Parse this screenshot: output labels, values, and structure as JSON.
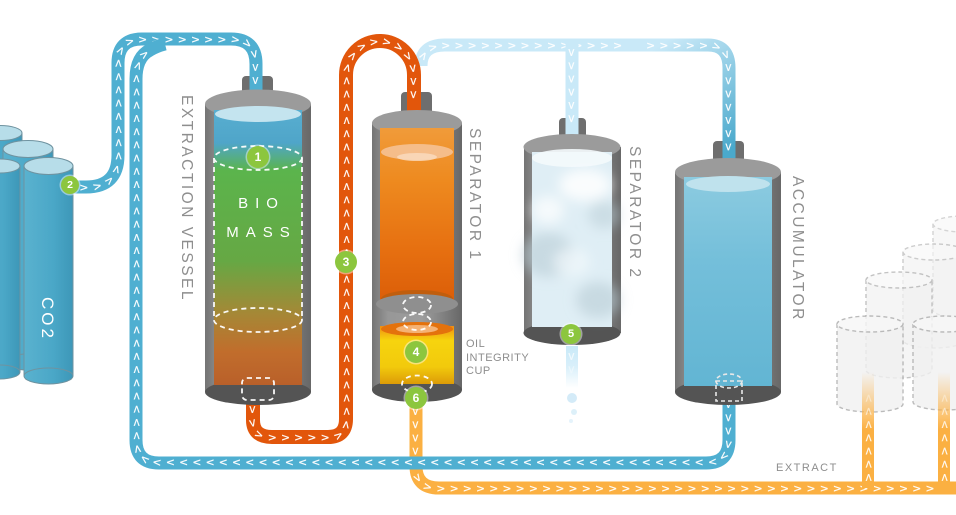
{
  "diagram": {
    "co2_tanks": {
      "label": "CO2"
    },
    "extraction_vessel": {
      "label": "EXTRACTION VESSEL",
      "content_line1": "BIO",
      "content_line2": "MASS"
    },
    "separator_1": {
      "label": "SEPARATOR 1",
      "cup_label": "OIL INTEGRITY CUP"
    },
    "separator_2": {
      "label": "SEPARATOR 2"
    },
    "accumulator": {
      "label": "ACCUMULATOR"
    },
    "extract": {
      "label": "EXTRACT"
    },
    "markers": [
      "1",
      "2",
      "3",
      "4",
      "5",
      "6"
    ],
    "colors": {
      "co2_pipe": "#4fafd1",
      "vapor_pipe": "#c9e9f8",
      "extraction_pipe": "#e2560b",
      "extract_pipe": "#fbb042",
      "marker_green": "#8cc63e",
      "label_gray": "#8e8e8e",
      "vessel_gray": "#8f8f8f",
      "tank_blue": "#4aa7c7"
    }
  }
}
